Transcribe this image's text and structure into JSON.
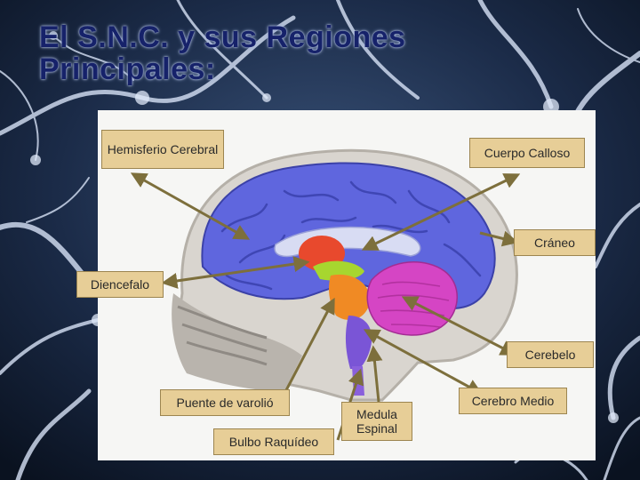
{
  "slide": {
    "title_line1": "El S.N.C. y sus Regiones",
    "title_line2": "Principales:"
  },
  "labels": {
    "hemisferio": "Hemisferio Cerebral",
    "cuerpo_calloso": "Cuerpo Calloso",
    "craneo": "Cráneo",
    "diencefalo": "Diencefalo",
    "cerebelo": "Cerebelo",
    "puente": "Puente de varolió",
    "cerebro_medio": "Cerebro  Medio",
    "medula": "Medula Espinal",
    "bulbo": "Bulbo  Raquídeo"
  },
  "colors": {
    "label_fill": "#e7ce97",
    "arrow": "#7d6f3c",
    "cerebrum": "#5f66de",
    "cerebellum": "#d545c4",
    "thalamus": "#e8492d",
    "midbrain": "#a7d62f",
    "pons": "#f08a24",
    "medulla": "#7a55d6"
  }
}
